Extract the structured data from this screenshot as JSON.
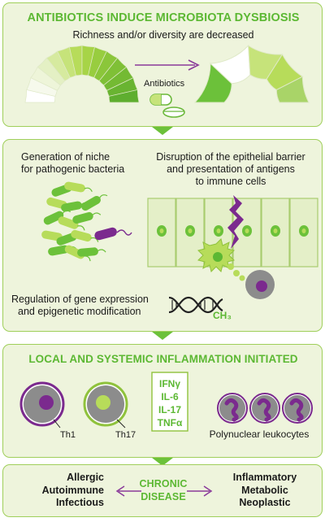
{
  "panel1": {
    "title": "ANTIBIOTICS INDUCE MICROBIOTA DYSBIOSIS",
    "subtitle": "Richness and/or diversity are decreased",
    "arrow_label": "Antibiotics",
    "icon": "pills-icon"
  },
  "panel2": {
    "niche_line1": "Generation of niche",
    "niche_line2": "for pathogenic bacteria",
    "barrier_line1": "Disruption of the epithelial barrier",
    "barrier_line2": "and presentation of antigens",
    "barrier_line3": "to immune cells",
    "gene_line1": "Regulation of gene expression",
    "gene_line2": "and epigenetic modification",
    "methyl_label": "CH₃",
    "icon": "dna-icon"
  },
  "panel3": {
    "title": "LOCAL AND SYSTEMIC INFLAMMATION INITIATED",
    "th1_label": "Th1",
    "th17_label": "Th17",
    "cytokines": [
      "IFNγ",
      "IL-6",
      "IL-17",
      "TNFα"
    ],
    "leukocytes_label": "Polynuclear leukocytes"
  },
  "panel4": {
    "left": [
      "Allergic",
      "Autoimmune",
      "Infectious"
    ],
    "center_line1": "CHRONIC",
    "center_line2": "DISEASE",
    "right": [
      "Inflammatory",
      "Metabolic",
      "Neoplastic"
    ]
  },
  "colors": {
    "accent_green": "#5cb833",
    "light_green": "#b7dc5a",
    "purple": "#7b2a8e",
    "gray": "#777777",
    "panel_bg": "#eef4dc",
    "panel_border": "#9fcf5a"
  }
}
